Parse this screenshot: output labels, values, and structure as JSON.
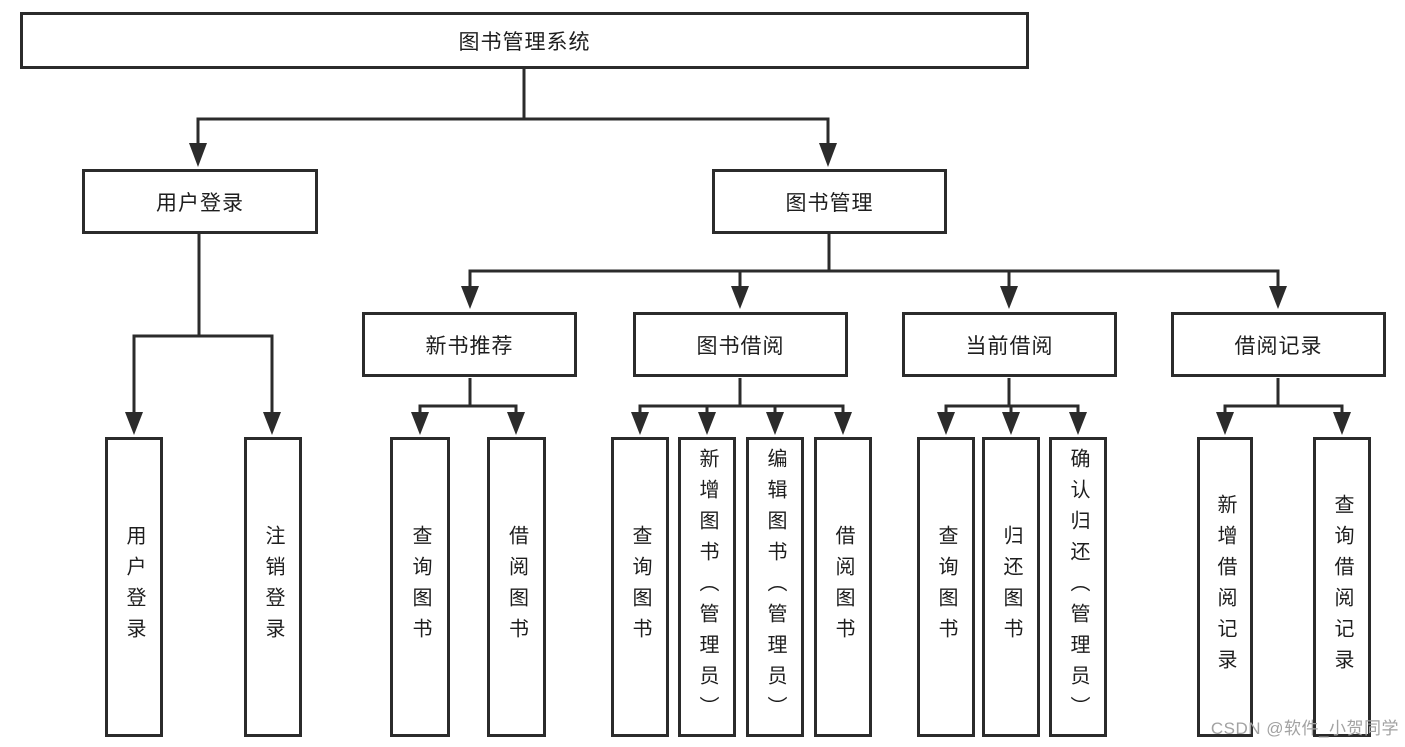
{
  "diagram": {
    "root": {
      "label": "图书管理系统"
    },
    "level2": {
      "user_login": {
        "label": "用户登录"
      },
      "book_management": {
        "label": "图书管理"
      }
    },
    "level3": {
      "new_book_recommend": {
        "label": "新书推荐"
      },
      "book_borrow": {
        "label": "图书借阅"
      },
      "current_borrow": {
        "label": "当前借阅"
      },
      "borrow_record": {
        "label": "借阅记录"
      }
    },
    "leaves": {
      "user_login_login": {
        "label": "用户登录"
      },
      "user_login_logout": {
        "label": "注销登录"
      },
      "recommend_query_book": {
        "label": "查询图书"
      },
      "recommend_borrow_book": {
        "label": "借阅图书"
      },
      "borrow_query_book": {
        "label": "查询图书"
      },
      "borrow_add_book": {
        "label": "新增图书（管理员）"
      },
      "borrow_edit_book": {
        "label": "编辑图书（管理员）"
      },
      "borrow_borrow_book": {
        "label": "借阅图书"
      },
      "current_query_book": {
        "label": "查询图书"
      },
      "current_return_book": {
        "label": "归还图书"
      },
      "current_confirm_return": {
        "label": "确认归还（管理员）"
      },
      "record_add_record": {
        "label": "新增借阅记录"
      },
      "record_query_record": {
        "label": "查询借阅记录"
      }
    }
  },
  "watermark": {
    "text": "CSDN @软件_小贺同学"
  },
  "colors": {
    "line": "#2b2b2b",
    "text": "#1e1e1e",
    "watermark": "#a2a2a2",
    "background": "#ffffff"
  }
}
